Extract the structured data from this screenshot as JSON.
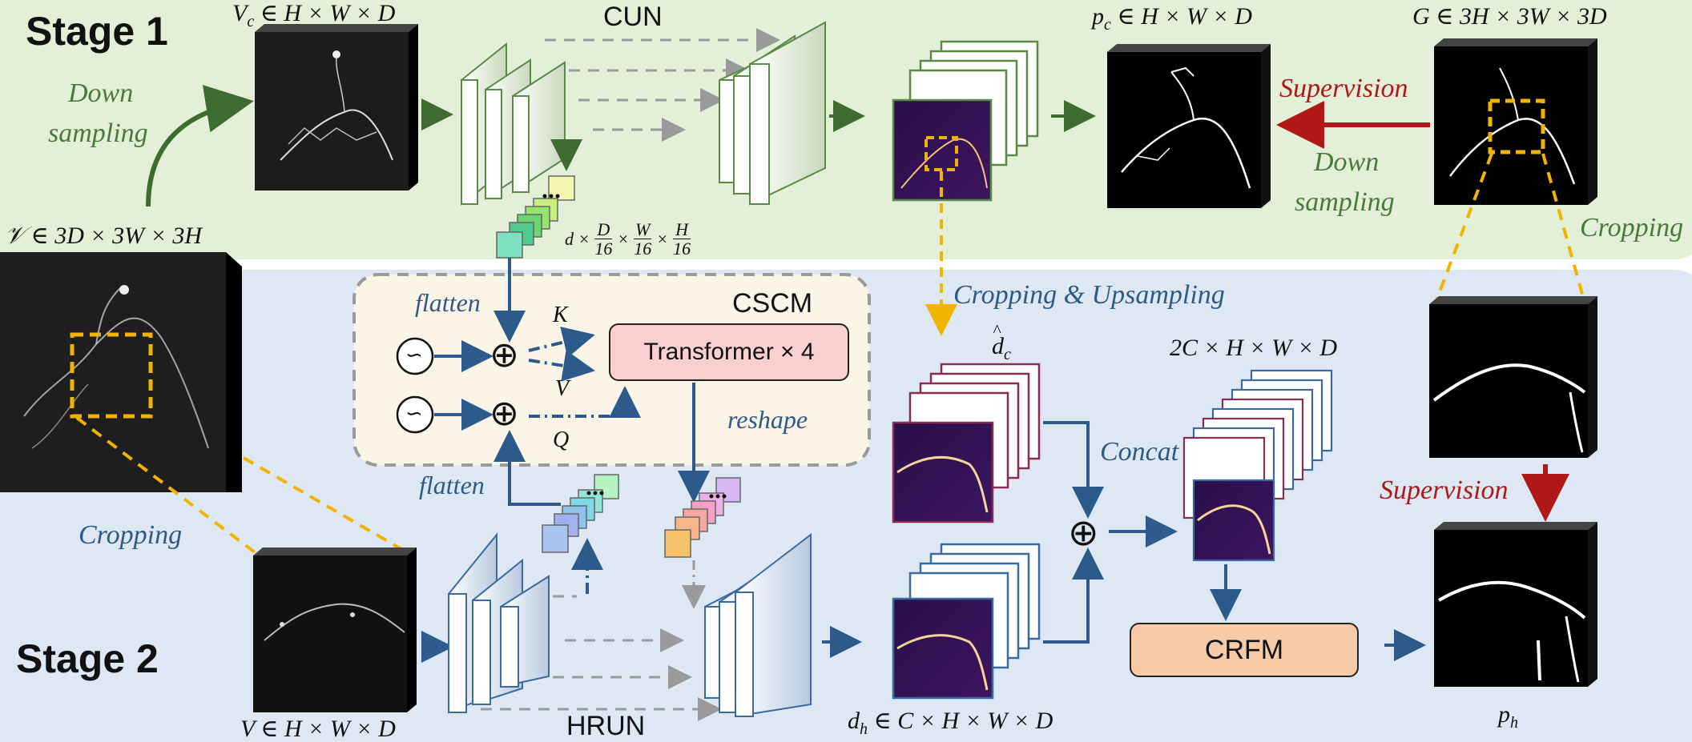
{
  "stage1": {
    "title": "Stage 1",
    "vc_label": "V",
    "vc_sub": "c",
    "vc_rest": " ∈ H × W × D",
    "cun_label": "CUN",
    "pc_label": "p",
    "pc_sub": "c",
    "pc_rest": " ∈  H × W × D",
    "g_label": "G ∈ 3H × 3W × 3D",
    "down_sampling_left": [
      "Down",
      "sampling"
    ],
    "down_sampling_right": [
      "Down",
      "sampling"
    ],
    "supervision": "Supervision",
    "cropping": "Cropping",
    "input_label": "𝒱 ∈ 3D × 3W × 3H",
    "token_dims": "d × D/16 × W/16 × H/16",
    "token_d": "d ×",
    "token_fracs": [
      {
        "num": "D",
        "den": "16"
      },
      {
        "num": "W",
        "den": "16"
      },
      {
        "num": "H",
        "den": "16"
      }
    ]
  },
  "cscm": {
    "title": "CSCM",
    "transformer": "Transformer × 4",
    "flatten_top": "flatten",
    "flatten_bottom": "flatten",
    "reshape": "reshape",
    "k": "K",
    "v": "V",
    "q": "Q",
    "oplus": "⊕",
    "pos_symbol": "∽"
  },
  "stage2": {
    "title": "Stage 2",
    "cropping": "Cropping",
    "cropping_upsampling": "Cropping & Upsampling",
    "v_label": "V ∈ H × W × D",
    "hrun_label": "HRUN",
    "dc_label": "d",
    "dc_sub": "c",
    "dh_label": "d",
    "dh_sub": "h",
    "dh_rest": " ∈ C × H × W × D",
    "concat": "Concat",
    "concat_dims": "2C × H × W × D",
    "crfm": "CRFM",
    "supervision": "Supervision",
    "ph_label": "p",
    "ph_sub": "h",
    "oplus": "⊕"
  },
  "colors": {
    "stage1_bg": "#e4efd8",
    "stage2_bg": "#dde8f4",
    "cscm_bg": "#fbf5e8",
    "transformer_fill": "#f9cfcf",
    "crfm_fill": "#f7cba7",
    "green_arrow": "#3e6b2f",
    "blue_arrow": "#2c5a8a",
    "red_arrow": "#b01818",
    "crop_dashed": "#f0b400"
  }
}
